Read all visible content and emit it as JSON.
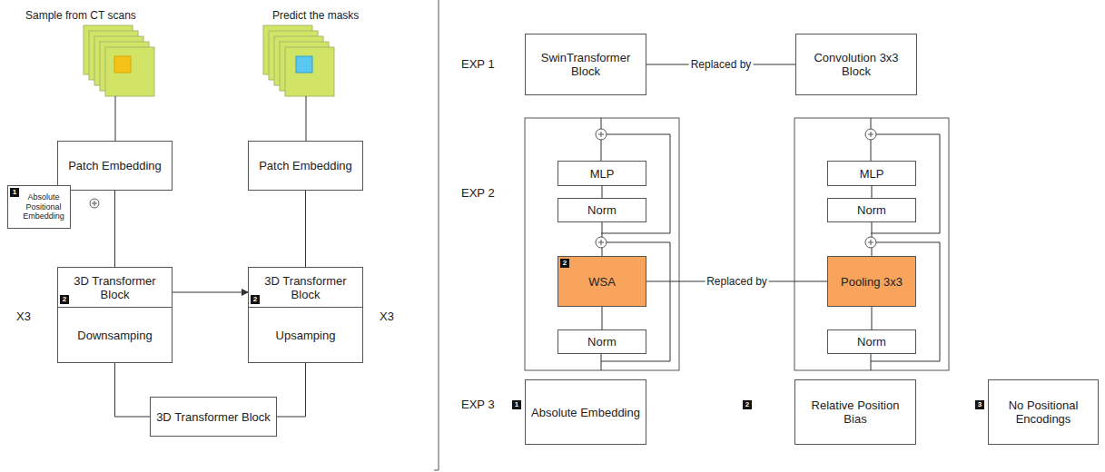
{
  "diagram": {
    "nodes": [
      {
        "text": [
          "Patch Embedding"
        ]
      },
      {
        "text": [
          "Patch Embedding"
        ]
      },
      {
        "text": [
          "Absolute Positional Embedding"
        ]
      },
      {
        "text": [
          "3D Transformer Block",
          "Downsamping"
        ]
      },
      {
        "text": [
          "3D Transformer Block",
          "Upsamping"
        ]
      },
      {
        "text": [
          "3D Transformer Block"
        ]
      },
      {
        "text": [
          "SwinTransformer Block"
        ]
      },
      {
        "text": [
          "Convolution 3x3 Block"
        ]
      },
      {
        "text": [
          "MLP"
        ]
      },
      {
        "text": [
          "Norm"
        ]
      },
      {
        "text": [
          "WSA"
        ]
      },
      {
        "text": [
          "Norm"
        ]
      },
      {
        "text": [
          "MLP"
        ]
      },
      {
        "text": [
          "Norm"
        ]
      },
      {
        "text": [
          "Pooling 3x3"
        ]
      },
      {
        "text": [
          "Norm"
        ]
      },
      {
        "text": [
          "Absolute Embedding"
        ]
      },
      {
        "text": [
          "Relative Position Bias"
        ]
      },
      {
        "text": [
          "No Positional Encodings"
        ]
      }
    ],
    "edges": [
      {
        "from": 0,
        "to": 3,
        "arrow": "none"
      },
      {
        "from": 3,
        "to": 4,
        "arrow": "to"
      },
      {
        "from": 3,
        "to": 5,
        "arrow": "none"
      },
      {
        "from": 5,
        "to": 4,
        "arrow": "none"
      },
      {
        "from": 4,
        "to": 1,
        "arrow": "none"
      },
      {
        "from": 6,
        "to": 7,
        "label": "Replaced by",
        "arrow": "none"
      },
      {
        "from": 10,
        "to": 14,
        "label": "Replaced by",
        "arrow": "none"
      },
      {
        "from": 11,
        "to": 10,
        "arrow": "none"
      },
      {
        "from": 10,
        "to": 9,
        "arrow": "none"
      },
      {
        "from": 9,
        "to": 8,
        "arrow": "none"
      },
      {
        "from": 15,
        "to": 14,
        "arrow": "none"
      },
      {
        "from": 14,
        "to": 13,
        "arrow": "none"
      },
      {
        "from": 13,
        "to": 12,
        "arrow": "none"
      }
    ],
    "labels": [
      "Sample from CT scans",
      "Predict the masks",
      "1",
      "2",
      "2",
      "X3",
      "X3",
      "EXP 1",
      "EXP 2",
      "2",
      "EXP 3",
      "1",
      "2",
      "3"
    ]
  }
}
